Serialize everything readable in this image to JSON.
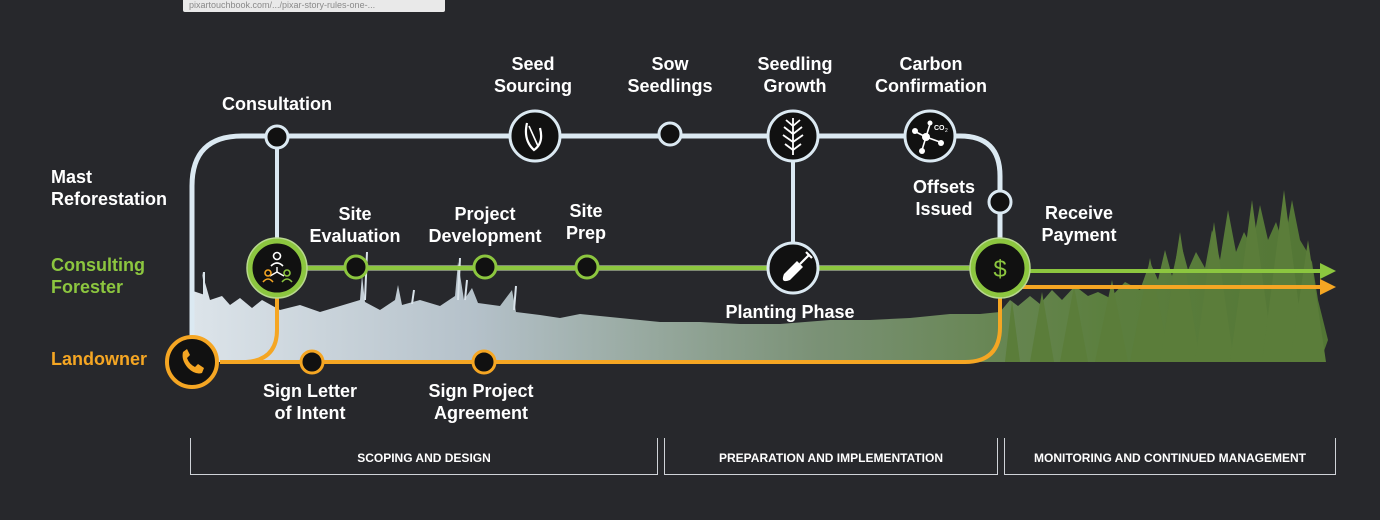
{
  "browser": {
    "url_hint": "pixartouchbook.com/.../pixar-story-rules-one-..."
  },
  "lanes": {
    "mast": "Mast\nReforestation",
    "forester": "Consulting\nForester",
    "landowner": "Landowner"
  },
  "steps": {
    "consultation": "Consultation",
    "seed_sourcing": "Seed\nSourcing",
    "sow_seedlings": "Sow\nSeedlings",
    "seedling_growth": "Seedling\nGrowth",
    "carbon_confirmation": "Carbon\nConfirmation",
    "offsets_issued": "Offsets\nIssued",
    "site_evaluation": "Site\nEvaluation",
    "project_development": "Project\nDevelopment",
    "site_prep": "Site\nPrep",
    "receive_payment": "Receive\nPayment",
    "planting_phase": "Planting Phase",
    "sign_letter": "Sign Letter\nof Intent",
    "sign_agreement": "Sign Project\nAgreement"
  },
  "phases": {
    "scoping": "SCOPING AND DESIGN",
    "preparation": "PREPARATION AND IMPLEMENTATION",
    "monitoring": "MONITORING AND CONTINUED MANAGEMENT"
  },
  "icons": {
    "co2_label": "CO",
    "co2_sub": "2",
    "dollar": "$"
  },
  "colors": {
    "background": "#27282c",
    "mast_line": "#dbe9f2",
    "forester_line": "#8cc63f",
    "landowner_line": "#f5a623",
    "forest": "#5b7d3a"
  }
}
